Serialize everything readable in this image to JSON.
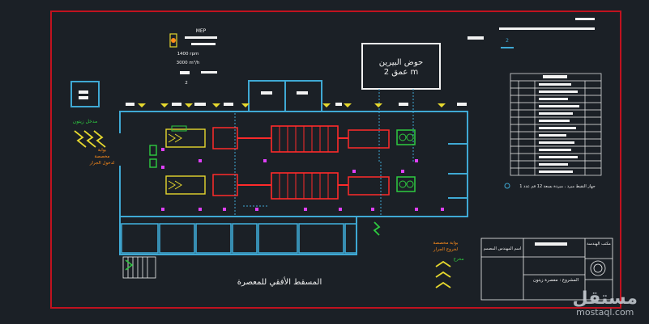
{
  "drawing": {
    "tank_label_line1": "حوض البيرين",
    "tank_label_line2": "عمق 2 m",
    "bottom_title": "المسقط الأفقي للمعصرة",
    "label_inlet": "مدخل زيتون",
    "label_door_left": "بوابة",
    "label_door_left2": "مخصصة",
    "label_door_left3": "لدخول الجرار",
    "label_door_right": "بوابة مخصصة",
    "label_door_right2": "لخروج الجرار",
    "label_exit": "مخرج",
    "equipment_note": "جهاز النقيط مبرد ، مبردة بسعة 12 فم عدد 1",
    "spec_header": "MEP",
    "spec_rpm": "1400 rpm",
    "spec_flow": "3000 m³/h",
    "spec_qty": "2",
    "notes_num": "2",
    "title_block_project": "المشروع : معصرة زيتون",
    "title_block_designer": "اسم المهندس المصمم",
    "title_block_company": "مكتب الهندسة"
  },
  "watermark": {
    "arabic": "مستقل",
    "latin": "mostaql.com"
  },
  "colors": {
    "background": "#1b2026",
    "frame": "#c1121f",
    "walls": "#3fa9d4",
    "equipment": "#ff2a2a",
    "greens": "#2ecc40",
    "yellow": "#e6d82e",
    "magenta": "#e040fb",
    "white": "#f2f2f2"
  }
}
